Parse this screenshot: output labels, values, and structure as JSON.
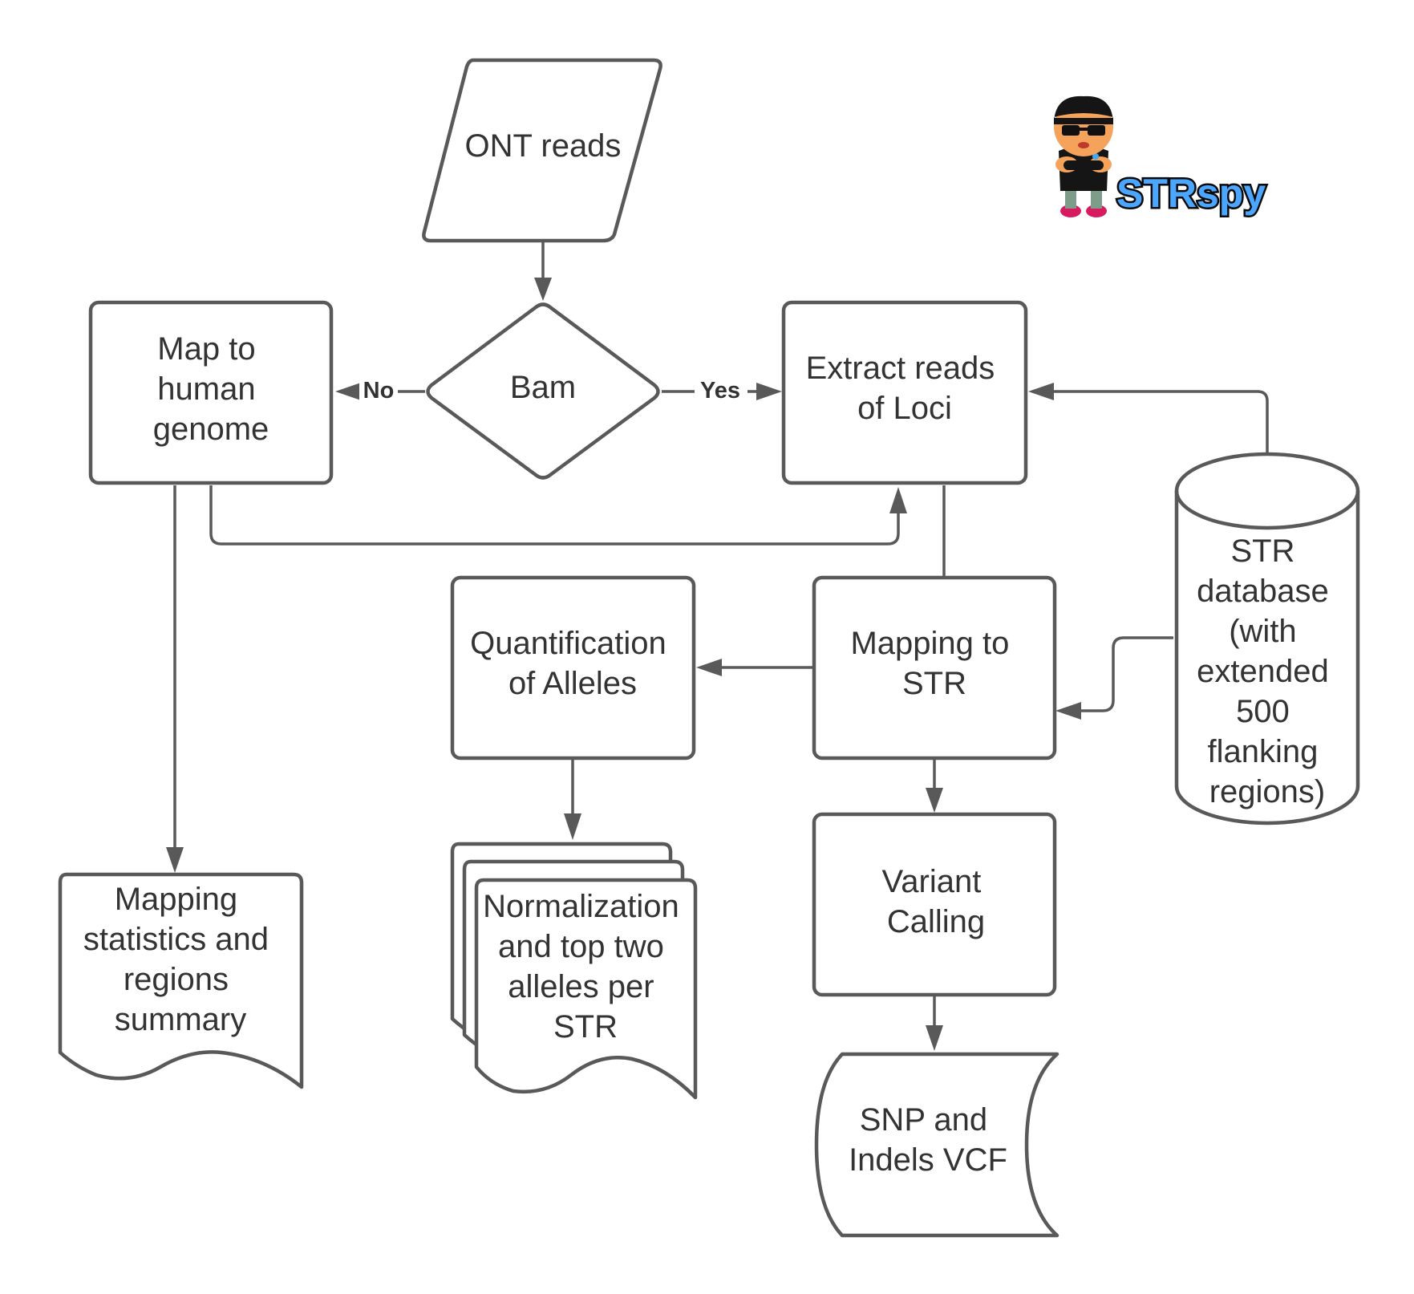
{
  "nodes": {
    "ont_reads": "ONT reads",
    "bam": "Bam",
    "map_to_genome": [
      "Map to",
      "human",
      "genome"
    ],
    "extract_reads": [
      "Extract reads",
      "of Loci"
    ],
    "str_database": [
      "STR",
      "database",
      "(with",
      "extended",
      "500",
      "flanking",
      "regions)"
    ],
    "quantification": [
      "Quantification",
      "of Alleles"
    ],
    "mapping_to_str": [
      "Mapping to",
      "STR"
    ],
    "mapping_statistics": [
      "Mapping",
      "statistics and",
      "regions",
      "summary"
    ],
    "normalization": [
      "Normalization",
      "and top two",
      "alleles per",
      "STR"
    ],
    "variant_calling": [
      "Variant",
      "Calling"
    ],
    "snp_vcf": [
      "SNP and",
      "Indels VCF"
    ]
  },
  "edge_labels": {
    "no": "No",
    "yes": "Yes"
  },
  "logo": {
    "text": "STRspy",
    "icon": "spy-mascot-icon",
    "text_color": "#4aa6ff"
  },
  "colors": {
    "stroke": "#595959",
    "text": "#333333"
  }
}
